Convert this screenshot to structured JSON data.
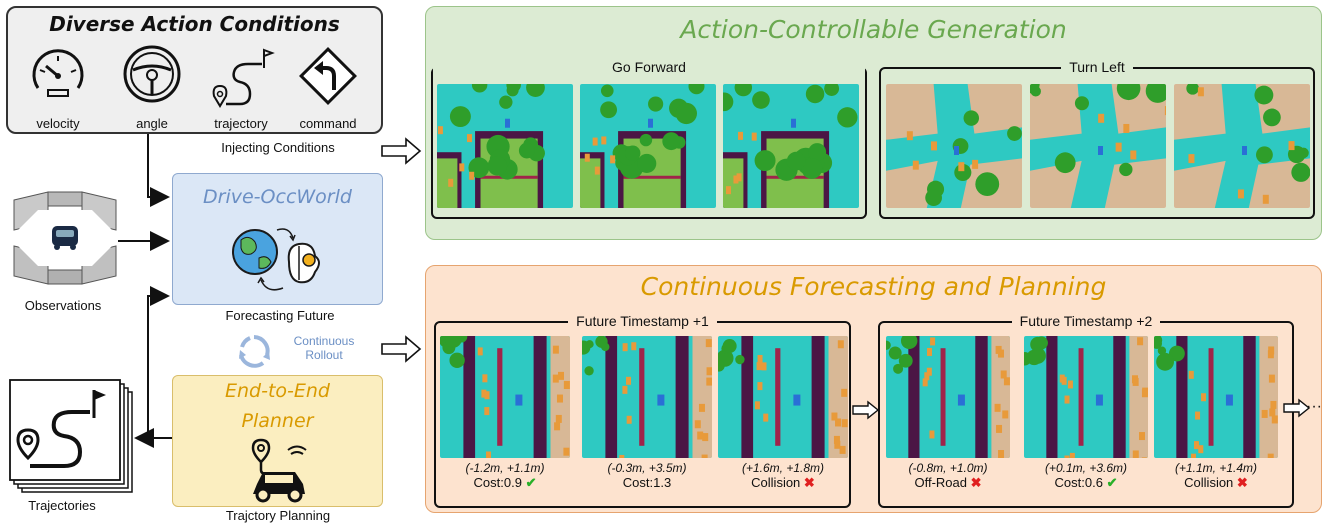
{
  "action_conditions": {
    "title": "Diverse Action Conditions",
    "items": [
      {
        "label": "velocity",
        "icon": "speedometer-icon"
      },
      {
        "label": "angle",
        "icon": "steering-wheel-icon"
      },
      {
        "label": "trajectory",
        "icon": "trajectory-icon"
      },
      {
        "label": "command",
        "icon": "turn-sign-icon"
      }
    ],
    "injecting_label": "Injecting Conditions"
  },
  "drive_occworld": {
    "title": "Drive-OccWorld",
    "caption": "Forecasting Future"
  },
  "observations": {
    "label": "Observations"
  },
  "rollout": {
    "line1": "Continuous",
    "line2": "Rollout"
  },
  "planner": {
    "title_line1": "End-to-End",
    "title_line2": "Planner",
    "caption": "Trajctory Planning"
  },
  "trajectories": {
    "label": "Trajectories"
  },
  "generation": {
    "title": "Action-Controllable Generation",
    "groups": [
      {
        "label": "Go Forward"
      },
      {
        "label": "Turn Left"
      }
    ]
  },
  "forecasting": {
    "title": "Continuous Forecasting and Planning",
    "groups": [
      {
        "label": "Future Timestamp +1",
        "frames": [
          {
            "coord": "(-1.2m, +1.1m)",
            "cost": "Cost:0.9",
            "mark": "check"
          },
          {
            "coord": "(-0.3m, +3.5m)",
            "cost": "Cost:1.3",
            "mark": ""
          },
          {
            "coord": "(+1.6m, +1.8m)",
            "cost": "Collision",
            "mark": "cross"
          }
        ]
      },
      {
        "label": "Future Timestamp +2",
        "frames": [
          {
            "coord": "(-0.8m, +1.0m)",
            "cost": "Off-Road",
            "mark": "cross"
          },
          {
            "coord": "(+0.1m, +3.6m)",
            "cost": "Cost:0.6",
            "mark": "check"
          },
          {
            "coord": "(+1.1m, +1.4m)",
            "cost": "Collision",
            "mark": "cross"
          }
        ]
      }
    ],
    "ellipsis": "···"
  },
  "colors": {
    "road": "#2ec9c2",
    "vegetation": "#2f9e2a",
    "terrain": "#7fbf4c",
    "sidewalk": "#4b1645",
    "vehicle": "#e89a3a",
    "manmade": "#d8b896",
    "gen_panel": "#dcebd3",
    "forecast_panel": "#fde3cf",
    "occworld_panel": "#dbe7f6",
    "planner_panel": "#fbeec0",
    "accent_green": "#6aa84f",
    "accent_orange": "#d99a00",
    "accent_blue": "#6b8fc4"
  }
}
